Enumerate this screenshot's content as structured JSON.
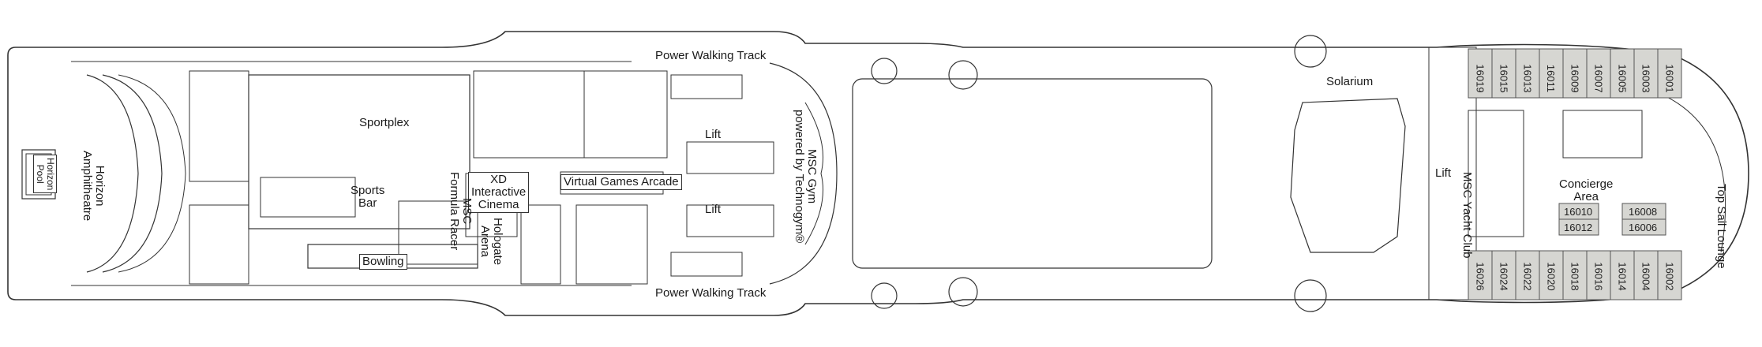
{
  "labels": {
    "power_walking_top": "Power Walking Track",
    "power_walking_bottom": "Power Walking Track",
    "sportplex": "Sportplex",
    "sports_bar": "Sports\nBar",
    "xd_cinema": "XD\nInteractive\nCinema",
    "virtual_games": "Virtual Games Arcade",
    "bowling": "Bowling",
    "horizon_pool": "Horizon\nPool",
    "horizon_amphitheatre": "Horizon\nAmphitheatre",
    "msc_formula_racer": "MSC\nFormula Racer",
    "hologate_arena": "Hologate\nArena",
    "lift_upper": "Lift",
    "lift_lower": "Lift",
    "msc_gym": "MSC Gym\npowered by Technogym®",
    "solarium": "Solarium",
    "lift_yacht": "Lift",
    "msc_yacht_club": "MSC Yacht Club",
    "concierge_area": "Concierge\nArea",
    "top_sail_lounge": "Top Sail Lounge"
  },
  "cabins": {
    "top_row": [
      "16019",
      "16015",
      "16013",
      "16011",
      "16009",
      "16007",
      "16005",
      "16003",
      "16001"
    ],
    "bottom_row": [
      "16026",
      "16024",
      "16022",
      "16020",
      "16018",
      "16016",
      "16014",
      "16004",
      "16002"
    ],
    "inner_left": [
      "16010",
      "16012"
    ],
    "inner_right": [
      "16008",
      "16006"
    ]
  },
  "colors": {
    "line": "#333333",
    "cabin_fill": "#d6d6d2",
    "background": "#ffffff"
  }
}
